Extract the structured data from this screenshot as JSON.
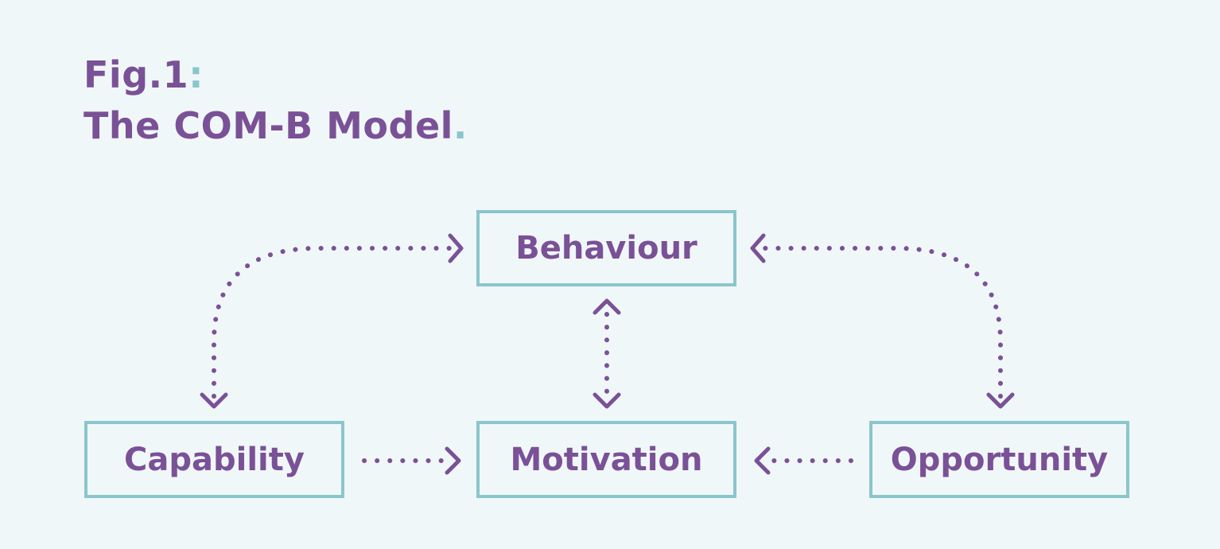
{
  "figure": {
    "label": "Fig.1",
    "label_punct": ":",
    "title": "The COM-B Model",
    "title_punct": "."
  },
  "nodes": {
    "behaviour": "Behaviour",
    "capability": "Capability",
    "motivation": "Motivation",
    "opportunity": "Opportunity"
  },
  "edges": [
    {
      "from": "capability",
      "to": "behaviour",
      "style": "dotted",
      "direction": "both"
    },
    {
      "from": "opportunity",
      "to": "behaviour",
      "style": "dotted",
      "direction": "both"
    },
    {
      "from": "motivation",
      "to": "behaviour",
      "style": "dotted",
      "direction": "both"
    },
    {
      "from": "capability",
      "to": "motivation",
      "style": "dotted",
      "direction": "forward"
    },
    {
      "from": "opportunity",
      "to": "motivation",
      "style": "dotted",
      "direction": "forward"
    }
  ],
  "colors": {
    "text": "#7a5196",
    "box_border": "#8ac6cc",
    "accent_punct": "#8ac6cc",
    "background": "#f0f7f9"
  }
}
